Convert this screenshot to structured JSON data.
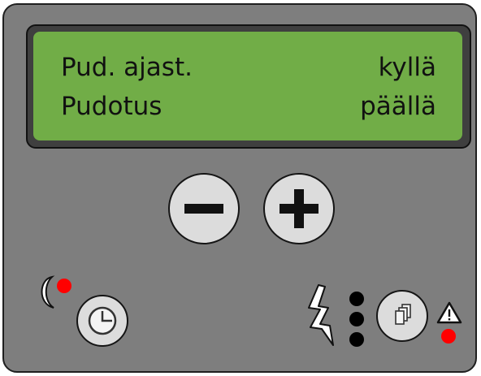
{
  "display": {
    "rows": [
      {
        "label": "Pud. ajast.",
        "value": "kyllä"
      },
      {
        "label": "Pudotus",
        "value": "päällä"
      }
    ]
  },
  "colors": {
    "panel": "#7e7e7e",
    "lcd": "#71ad47",
    "button": "#dcdcdc",
    "indicator_red": "#ff0000"
  },
  "icons": {
    "night_mode": "moon-icon",
    "night_indicator": "red-led",
    "clock_button": "clock-icon",
    "power": "lightning-icon",
    "level_dots": "three-black-leds",
    "copy_button": "pages-icon",
    "warning": "warning-triangle-icon",
    "warning_indicator": "red-led"
  }
}
